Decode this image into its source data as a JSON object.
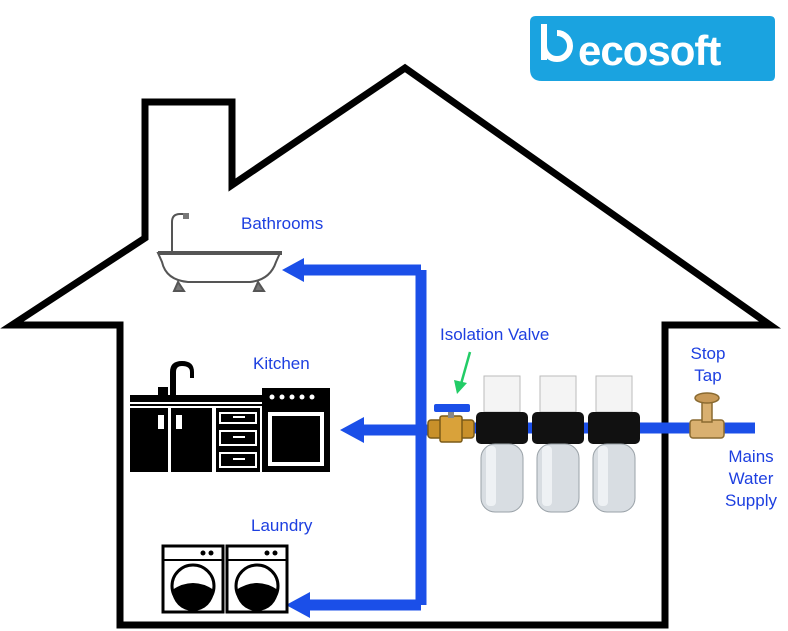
{
  "brand": {
    "logo_text": "ecosoft",
    "color": "#1aa3e0"
  },
  "colors": {
    "pipe": "#1b4fe8",
    "outline": "#000000",
    "label": "#1d3fe0",
    "pointer": "#22cc66"
  },
  "labels": {
    "bathrooms": "Bathrooms",
    "kitchen": "Kitchen",
    "laundry": "Laundry",
    "isolation_valve": "Isolation Valve",
    "stop_tap_line1": "Stop",
    "stop_tap_line2": "Tap",
    "mains_line1": "Mains",
    "mains_line2": "Water",
    "mains_line3": "Supply"
  },
  "icons": [
    "bathtub-icon",
    "kitchen-icon",
    "washing-machine-icon",
    "ball-valve-icon",
    "stop-tap-icon",
    "filter-housing-icon"
  ]
}
